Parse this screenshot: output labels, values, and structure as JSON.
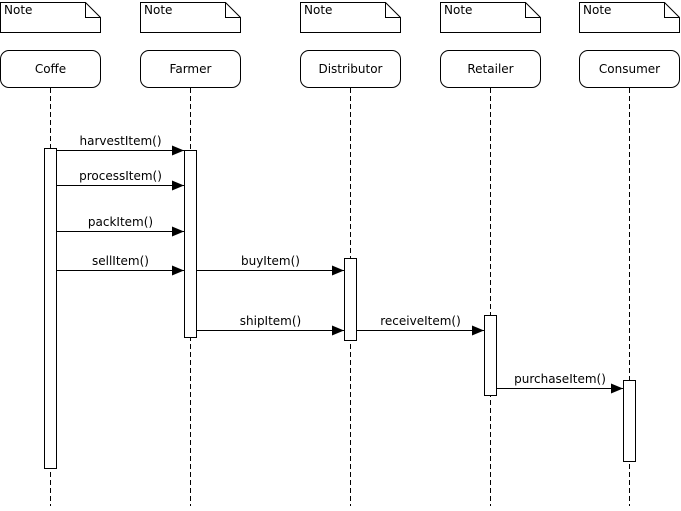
{
  "diagram": {
    "kind": "uml-sequence-diagram",
    "background_color": "#ffffff",
    "stroke_color": "#000000",
    "text_color": "#000000"
  },
  "actors": [
    {
      "name": "Coffe",
      "note_label": "Note"
    },
    {
      "name": "Farmer",
      "note_label": "Note"
    },
    {
      "name": "Distributor",
      "note_label": "Note"
    },
    {
      "name": "Retailer",
      "note_label": "Note"
    },
    {
      "name": "Consumer",
      "note_label": "Note"
    }
  ],
  "messages": [
    {
      "label": "harvestItem()",
      "from": "Coffe",
      "to": "Farmer"
    },
    {
      "label": "processItem()",
      "from": "Coffe",
      "to": "Farmer"
    },
    {
      "label": "packItem()",
      "from": "Coffe",
      "to": "Farmer"
    },
    {
      "label": "sellItem()",
      "from": "Coffe",
      "to": "Farmer"
    },
    {
      "label": "buyItem()",
      "from": "Farmer",
      "to": "Distributor"
    },
    {
      "label": "shipItem()",
      "from": "Farmer",
      "to": "Distributor"
    },
    {
      "label": "receiveItem()",
      "from": "Distributor",
      "to": "Retailer"
    },
    {
      "label": "purchaseItem()",
      "from": "Retailer",
      "to": "Consumer"
    }
  ]
}
